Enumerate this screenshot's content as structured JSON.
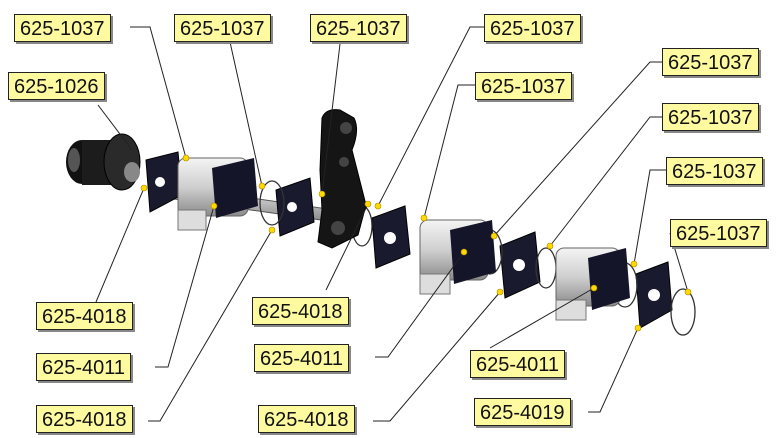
{
  "callouts": {
    "c1": "625-1037",
    "c2": "625-1037",
    "c3": "625-1037",
    "c4": "625-1037",
    "c5": "625-1026",
    "c6": "625-1037",
    "c7": "625-1037",
    "c8": "625-1037",
    "c9": "625-1037",
    "c10": "625-1037",
    "c11": "625-4018",
    "c12": "625-4018",
    "c13": "625-4011",
    "c14": "625-4011",
    "c15": "625-4011",
    "c16": "625-4018",
    "c17": "625-4018",
    "c18": "625-4019"
  },
  "colors": {
    "label_fill": "#fefaa0",
    "part_dark": "#1a1a2e",
    "part_silver": "#d9d9d9",
    "leader_line": "#222222"
  }
}
